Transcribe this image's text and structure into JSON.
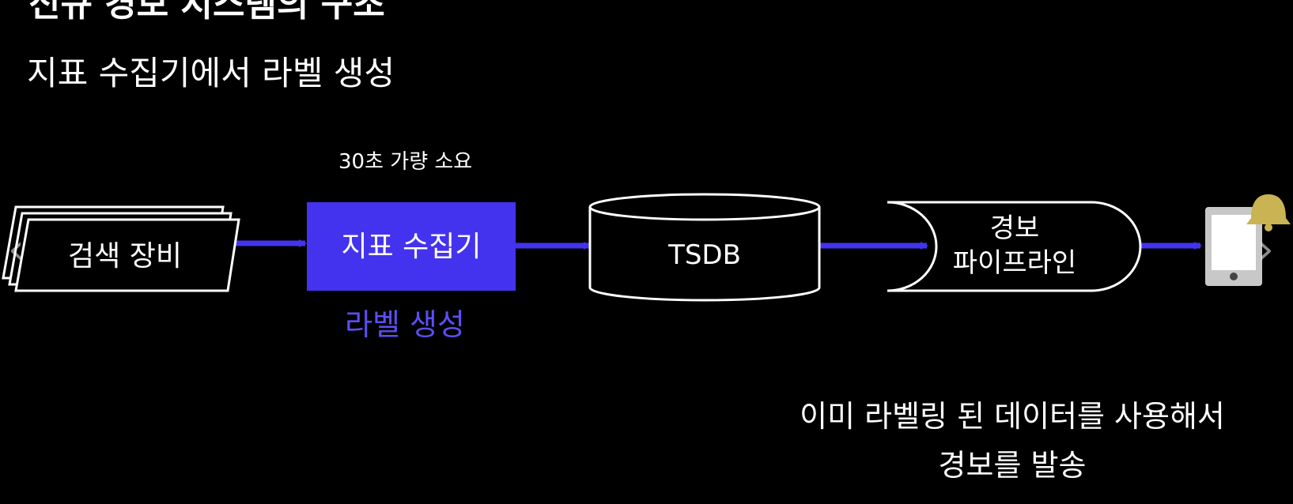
{
  "slide": {
    "title": "신규 경보 시스템의 구조",
    "subtitle": "지표 수집기에서 라벨 생성"
  },
  "diagram": {
    "nodes": {
      "source": "검색 장비",
      "collector": "지표 수집기",
      "tsdb": "TSDB",
      "pipeline_line1": "경보",
      "pipeline_line2": "파이프라인"
    },
    "annotations": {
      "collector_timing": "30초 가량 소요",
      "collector_role": "라벨 생성",
      "summary_line1": "이미 라벨링 된 데이터를 사용해서",
      "summary_line2": "경보를 발송"
    },
    "icons": [
      "mobile-phone-icon",
      "bell-icon"
    ]
  },
  "nav": {
    "prev": "‹",
    "next": "›"
  },
  "colors": {
    "background": "#000000",
    "accent": "#4433ee",
    "accent_text": "#5b4ff5",
    "bell": "#c9b352",
    "phone": "#c8c8c8"
  }
}
